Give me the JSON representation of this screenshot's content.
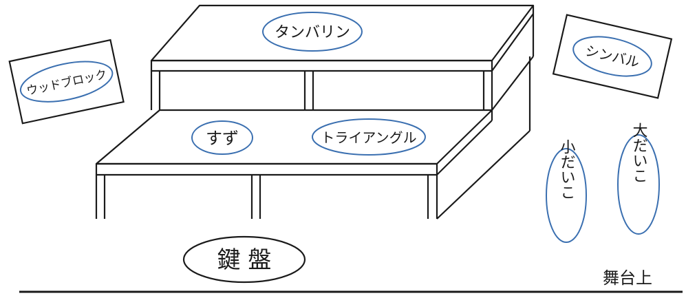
{
  "labels": {
    "tambourine": "タンバリン",
    "wood_block": "ウッドブロック",
    "cymbal": "シンバル",
    "bells": "すず",
    "triangle": "トライアングル",
    "small_drum": "小だいこ",
    "bass_drum": "大だいこ",
    "keyboard": "鍵 盤",
    "stage_front": "舞台上"
  },
  "colors": {
    "ink": "#1a1a1a",
    "oval_outline": "#3a6fb0"
  }
}
